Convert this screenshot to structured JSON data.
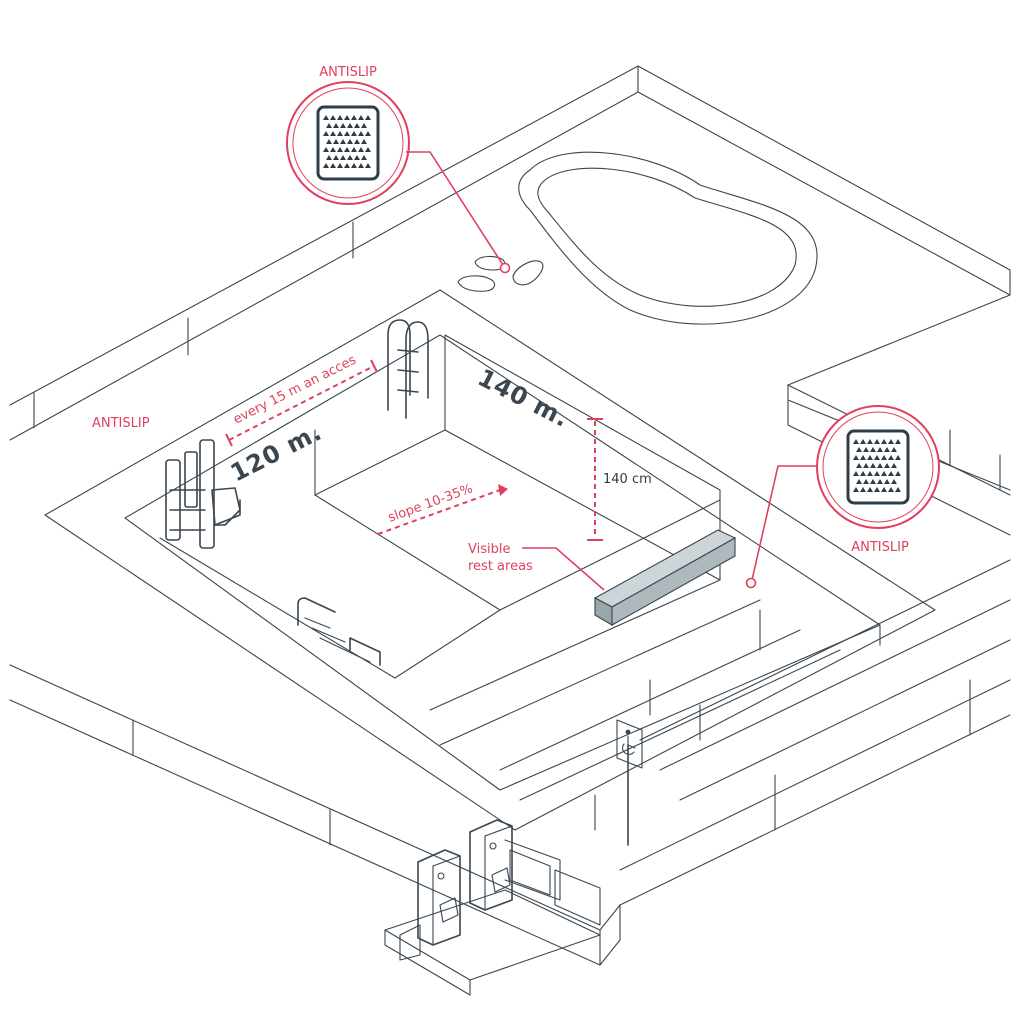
{
  "labels": {
    "antislip_top": "ANTISLIP",
    "antislip_left": "ANTISLIP",
    "antislip_right": "ANTISLIP",
    "access_spacing": "every 15 m an acces",
    "depth_shallow": "120 m.",
    "depth_deep": "140 m.",
    "slope": "slope 10-35%",
    "vertical_depth": "140 cm",
    "rest_line1": "Visible",
    "rest_line2": "rest areas"
  },
  "icons": {
    "antislip_badge": "antislip-texture-icon",
    "sign": "wheelchair-accessible-icon"
  },
  "colors": {
    "accent": "#e0405e",
    "line": "#3a4650",
    "bench": "#a9b4b9",
    "icon_fill": "#2f3d48"
  }
}
